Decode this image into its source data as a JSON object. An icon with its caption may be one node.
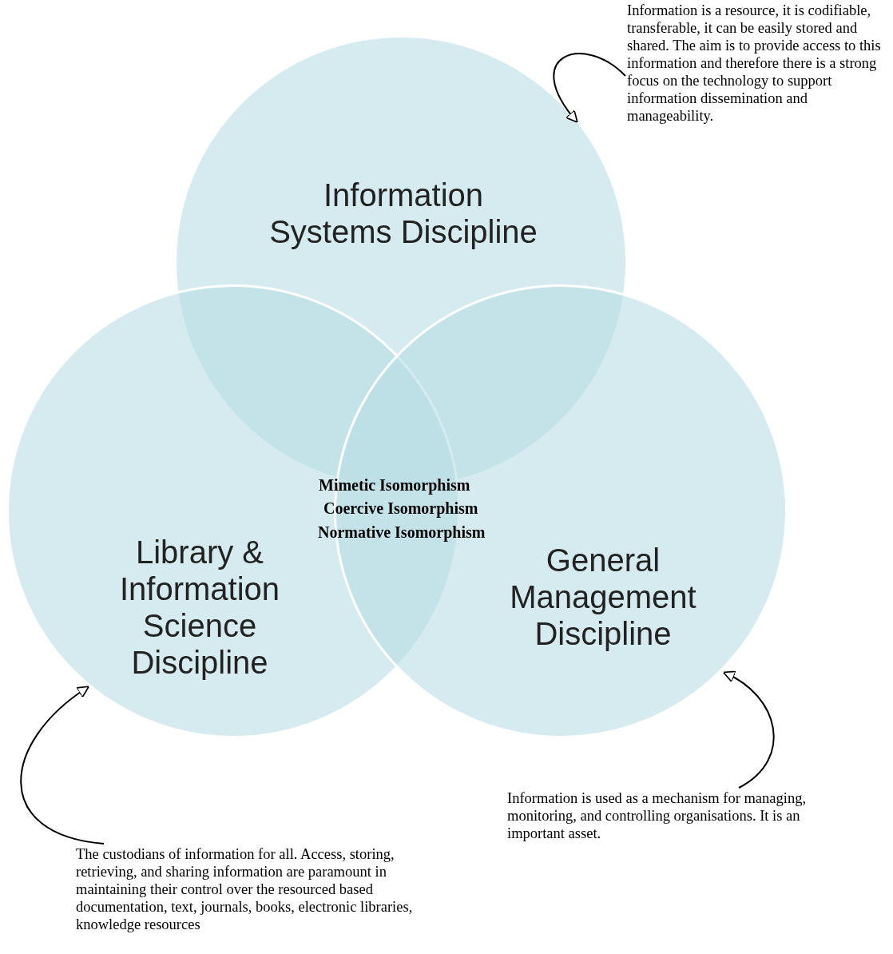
{
  "diagram": {
    "nodes": [
      {
        "text": [
          "Information Systems Discipline"
        ]
      },
      {
        "text": [
          "Library & Information Science Discipline"
        ]
      },
      {
        "text": [
          "General Management Discipline"
        ]
      },
      {
        "text": [
          "Information is a resource, it is codifiable, transferable, it can be easily stored and shared. The aim is to provide access to this information and therefore there is a strong focus on the technology to support information dissemination and manageability."
        ]
      },
      {
        "text": [
          "The custodians of information for all.  Access, storing, retrieving, and sharing information are paramount in maintaining their control over the resourced based documentation, text, journals, books, electronic libraries, knowledge resources"
        ]
      },
      {
        "text": [
          "Information is used as a mechanism for managing, monitoring, and controlling organisations. It is an important asset."
        ]
      }
    ],
    "edges": [
      {
        "from": 3,
        "to": 0,
        "arrow": "to"
      },
      {
        "from": 4,
        "to": 1,
        "arrow": "to"
      },
      {
        "from": 5,
        "to": 2,
        "arrow": "to"
      }
    ],
    "labels": [
      "Mimetic Isomorphism",
      "Coercive Isomorphism",
      "Normative Isomorphism"
    ]
  }
}
